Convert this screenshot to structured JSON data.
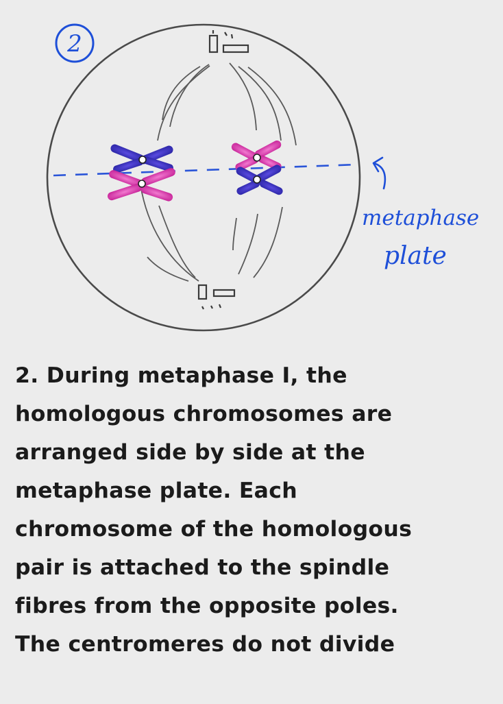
{
  "diagram": {
    "step_marker": "2",
    "label_lines": [
      "metaphase",
      "plate"
    ],
    "colors": {
      "ink": "#3a3a3a",
      "label_blue": "#1e4fd8",
      "chromosome_blue": "#3b35c9",
      "chromosome_pink": "#e23ca8"
    }
  },
  "text": {
    "lines": [
      "2. During metaphase I, the",
      "homologous chromosomes are",
      "arranged side by side at the",
      "metaphase plate. Each",
      "chromosome of the homologous",
      "pair is attached to the spindle",
      "fibres from the opposite poles.",
      "The centromeres do not divide"
    ]
  }
}
